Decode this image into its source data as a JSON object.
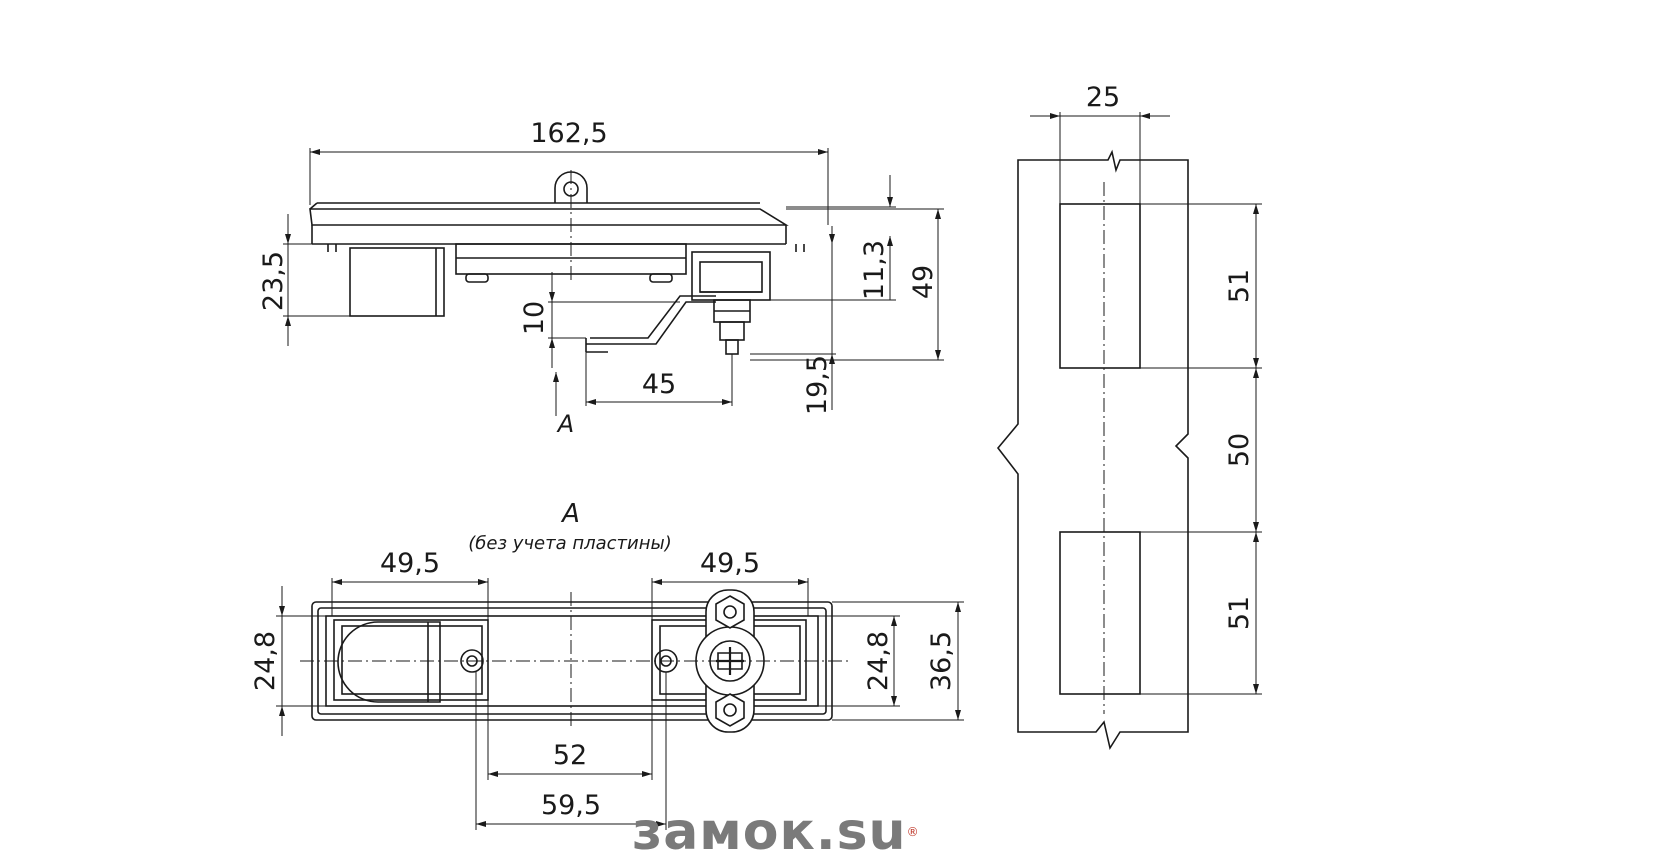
{
  "dimensions": {
    "top_width": "162,5",
    "height_left": "23,5",
    "offset_10": "10",
    "cam_45": "45",
    "depth_19_5": "19,5",
    "depth_11_3": "11,3",
    "depth_49": "49",
    "view_letter": "A",
    "hole_left_49_5": "49,5",
    "hole_right_49_5": "49,5",
    "inner_24_8_left": "24,8",
    "inner_24_8_right": "24,8",
    "outer_36_5": "36,5",
    "center_52": "52",
    "span_59_5": "59,5",
    "cut_width_25": "25",
    "cut_51_top": "51",
    "cut_50_gap": "50",
    "cut_51_bottom": "51"
  },
  "view_title": "A",
  "view_note": "(без учета пластины)",
  "logo": {
    "text": "замок.su",
    "registered": "®",
    "accent_color": "#c0392b"
  }
}
